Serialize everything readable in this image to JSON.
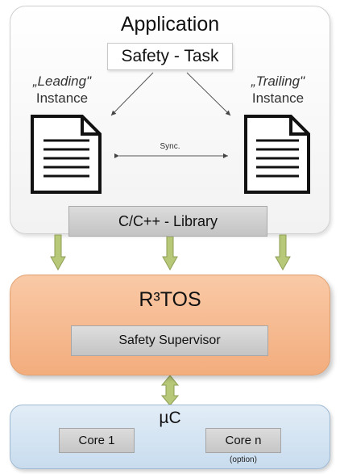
{
  "application": {
    "title": "Application",
    "safety_task": "Safety - Task",
    "leading": {
      "line1": "„Leading\"",
      "line2": "Instance"
    },
    "trailing": {
      "line1": "„Trailing\"",
      "line2": "Instance"
    },
    "sync_label": "Sync.",
    "library": "C/C++ - Library"
  },
  "rtos": {
    "title": "R³TOS",
    "supervisor": "Safety Supervisor"
  },
  "uc": {
    "title": "µC",
    "core1": "Core 1",
    "coren": "Core n",
    "option": "(option)"
  },
  "colors": {
    "application_fill": "#f2f2f2",
    "rtos_fill": "#f3ad7d",
    "uc_fill": "#c8dcee",
    "component_fill": "#c8c8c8",
    "arrow_fill": "#b7c878",
    "arrow_stroke": "#8e9e55"
  },
  "icons": [
    "document-icon",
    "document-icon"
  ]
}
